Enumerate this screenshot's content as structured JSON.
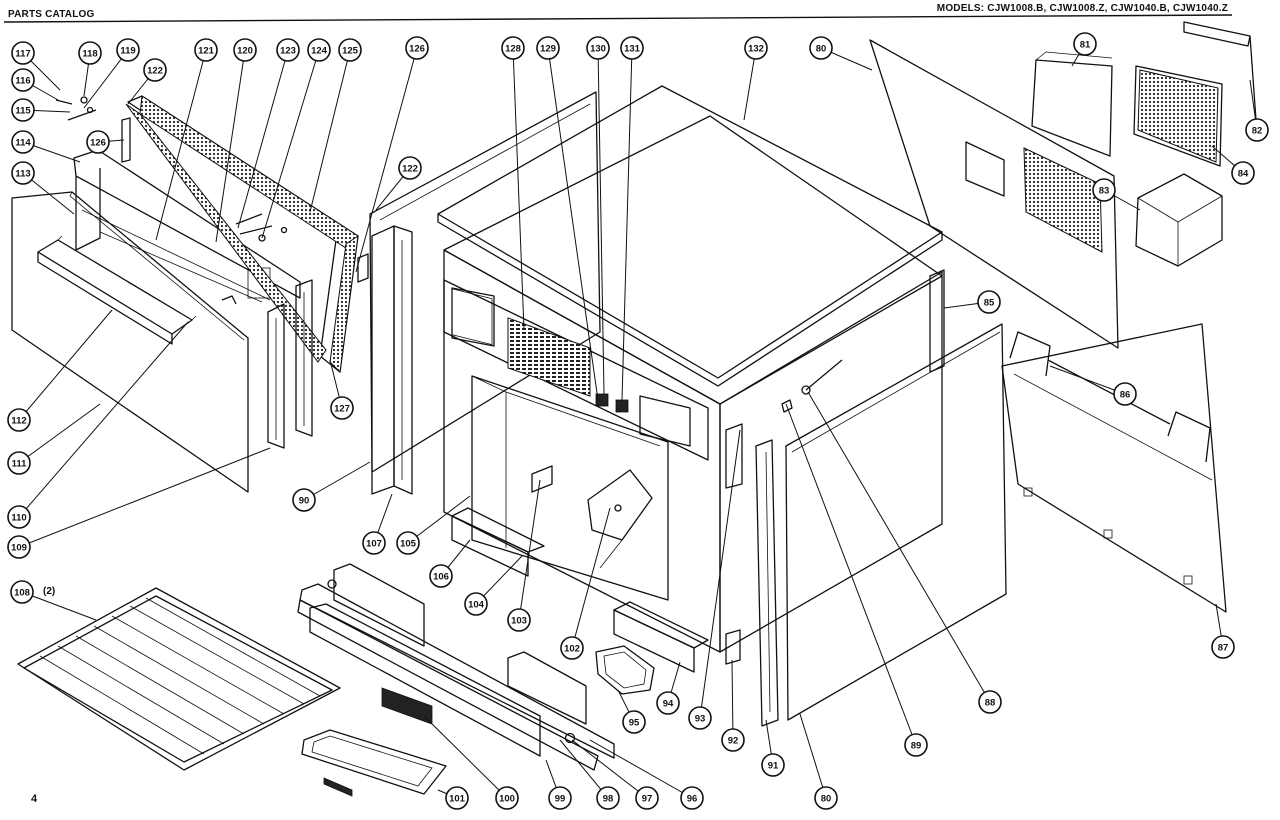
{
  "header": {
    "catalog_title": "PARTS CATALOG",
    "models": "MODELS: CJW1008.B, CJW1008.Z, CJW1040.B, CJW1040.Z"
  },
  "page_number": "4",
  "callouts": [
    {
      "id": "117",
      "label": "117"
    },
    {
      "id": "118",
      "label": "118"
    },
    {
      "id": "119",
      "label": "119"
    },
    {
      "id": "116",
      "label": "116"
    },
    {
      "id": "115",
      "label": "115"
    },
    {
      "id": "114",
      "label": "114"
    },
    {
      "id": "113",
      "label": "113"
    },
    {
      "id": "126a",
      "label": "126"
    },
    {
      "id": "122a",
      "label": "122"
    },
    {
      "id": "121",
      "label": "121"
    },
    {
      "id": "120",
      "label": "120"
    },
    {
      "id": "123",
      "label": "123"
    },
    {
      "id": "124",
      "label": "124"
    },
    {
      "id": "125",
      "label": "125"
    },
    {
      "id": "126b",
      "label": "126"
    },
    {
      "id": "122b",
      "label": "122"
    },
    {
      "id": "127",
      "label": "127"
    },
    {
      "id": "112",
      "label": "112"
    },
    {
      "id": "111",
      "label": "111"
    },
    {
      "id": "110",
      "label": "110"
    },
    {
      "id": "109",
      "label": "109"
    },
    {
      "id": "108",
      "label": "108"
    },
    {
      "id": "128",
      "label": "128"
    },
    {
      "id": "129",
      "label": "129"
    },
    {
      "id": "130",
      "label": "130"
    },
    {
      "id": "131",
      "label": "131"
    },
    {
      "id": "132",
      "label": "132"
    },
    {
      "id": "80a",
      "label": "80"
    },
    {
      "id": "81",
      "label": "81"
    },
    {
      "id": "82",
      "label": "82"
    },
    {
      "id": "83",
      "label": "83"
    },
    {
      "id": "84",
      "label": "84"
    },
    {
      "id": "85",
      "label": "85"
    },
    {
      "id": "86",
      "label": "86"
    },
    {
      "id": "87",
      "label": "87"
    },
    {
      "id": "88",
      "label": "88"
    },
    {
      "id": "89",
      "label": "89"
    },
    {
      "id": "80b",
      "label": "80"
    },
    {
      "id": "91",
      "label": "91"
    },
    {
      "id": "92",
      "label": "92"
    },
    {
      "id": "93",
      "label": "93"
    },
    {
      "id": "94",
      "label": "94"
    },
    {
      "id": "95",
      "label": "95"
    },
    {
      "id": "96",
      "label": "96"
    },
    {
      "id": "97",
      "label": "97"
    },
    {
      "id": "98",
      "label": "98"
    },
    {
      "id": "99",
      "label": "99"
    },
    {
      "id": "100",
      "label": "100"
    },
    {
      "id": "101",
      "label": "101"
    },
    {
      "id": "102",
      "label": "102"
    },
    {
      "id": "103",
      "label": "103"
    },
    {
      "id": "104",
      "label": "104"
    },
    {
      "id": "105",
      "label": "105"
    },
    {
      "id": "106",
      "label": "106"
    },
    {
      "id": "107",
      "label": "107"
    },
    {
      "id": "90",
      "label": "90"
    }
  ],
  "rack_quantity": "(2)"
}
